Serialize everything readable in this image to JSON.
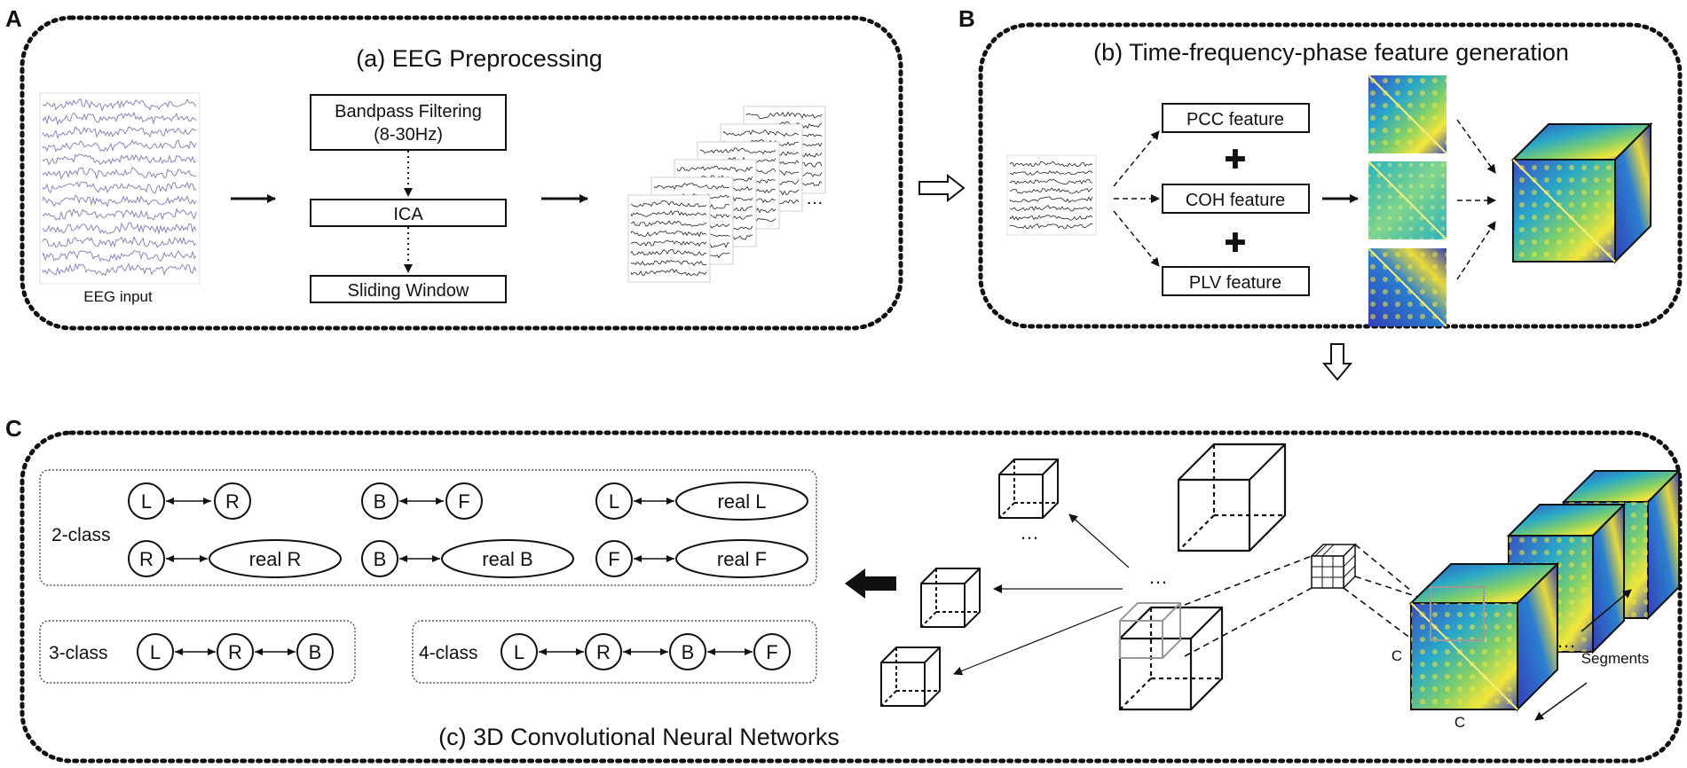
{
  "panels": {
    "a": {
      "letter": "A",
      "title": "(a) EEG Preprocessing",
      "eeg_input": "EEG input",
      "ellipsis": "…",
      "steps": [
        "Bandpass Filtering",
        "(8-30Hz)",
        "ICA",
        "Sliding Window"
      ]
    },
    "b": {
      "letter": "B",
      "title": "(b) Time-frequency-phase feature generation",
      "features": [
        "PCC feature",
        "COH feature",
        "PLV feature"
      ],
      "plus": "✚"
    },
    "c": {
      "letter": "C",
      "title": "(c) 3D Convolutional Neural Networks",
      "dim_c1": "C",
      "dim_c2": "C",
      "segments": "Segments",
      "ellipsis": "…"
    }
  },
  "classes": {
    "two": {
      "label": "2-class",
      "pairs": [
        [
          "L",
          "R"
        ],
        [
          "B",
          "F"
        ],
        [
          "L",
          "real L"
        ],
        [
          "R",
          "real R"
        ],
        [
          "B",
          "real B"
        ],
        [
          "F",
          "real F"
        ]
      ]
    },
    "three": {
      "label": "3-class",
      "nodes": [
        "L",
        "R",
        "B"
      ]
    },
    "four": {
      "label": "4-class",
      "nodes": [
        "L",
        "R",
        "B",
        "F"
      ]
    }
  },
  "colors": {
    "heat_low": "#3a4fc4",
    "heat_mid": "#29b3c8",
    "heat_high": "#f2e63a",
    "eeg_trace": "#8a86b8",
    "frame": "#111111"
  }
}
